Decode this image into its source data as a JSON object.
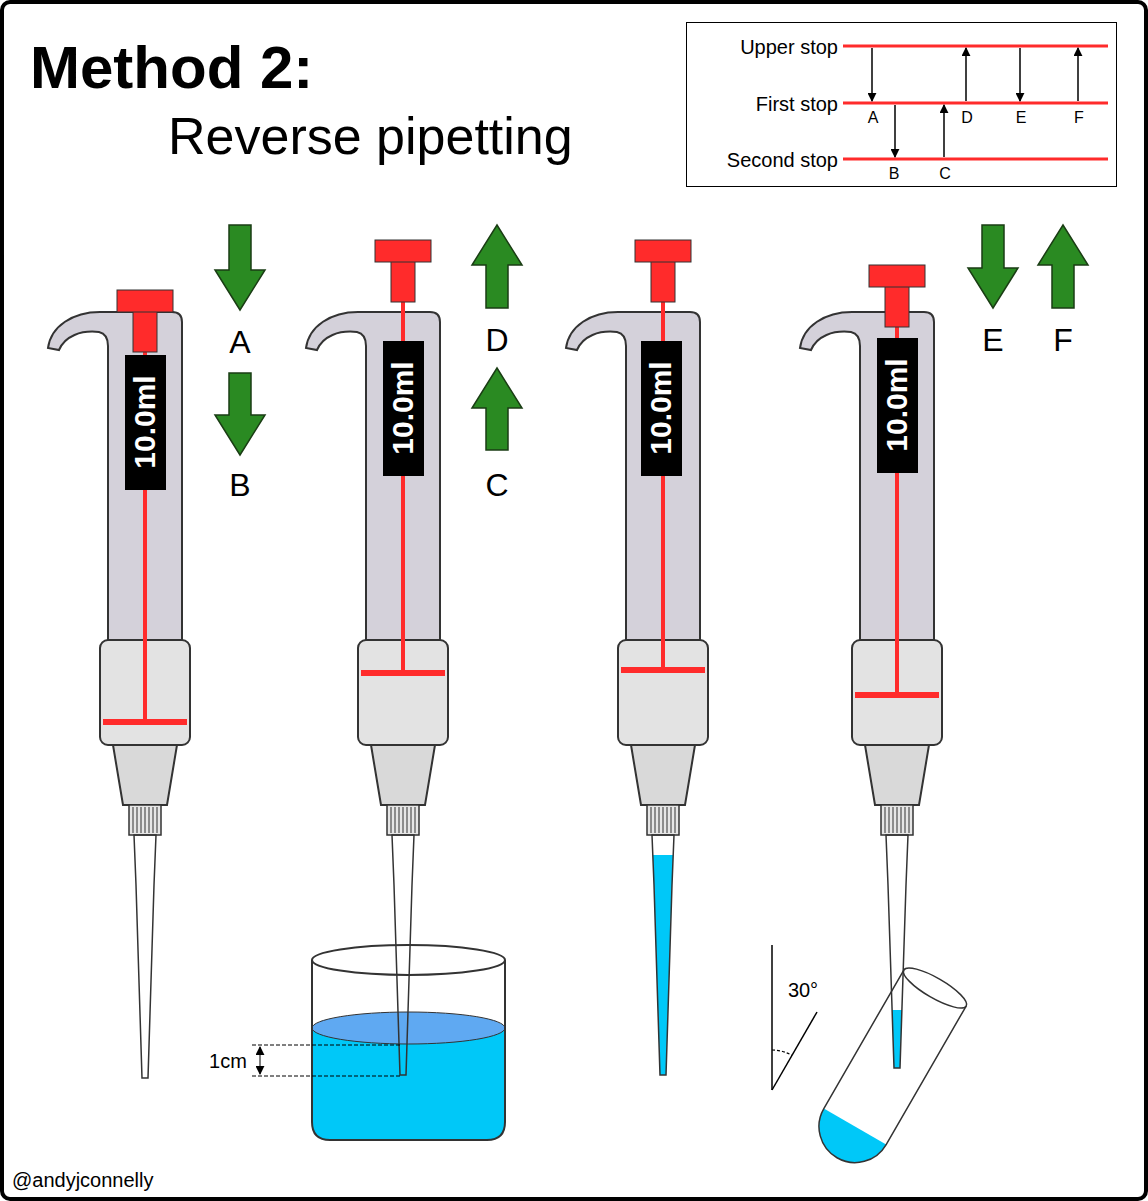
{
  "diagram": {
    "title": "Method 2:",
    "nodes": [
      {
        "text": [
          "Upper stop",
          "First stop",
          "A",
          "D",
          "E",
          "F",
          "Second stop",
          "B",
          "C"
        ]
      },
      {
        "text": [
          "10.0ml"
        ]
      },
      {
        "text": [
          "10.0ml"
        ]
      },
      {
        "text": [
          "10.0ml"
        ]
      },
      {
        "text": [
          "10.0ml"
        ]
      }
    ],
    "labels": [
      "Reverse pipetting",
      "A",
      "B",
      "D",
      "C",
      "E",
      "F",
      "1cm",
      "30°",
      "@andyjconnelly"
    ]
  }
}
